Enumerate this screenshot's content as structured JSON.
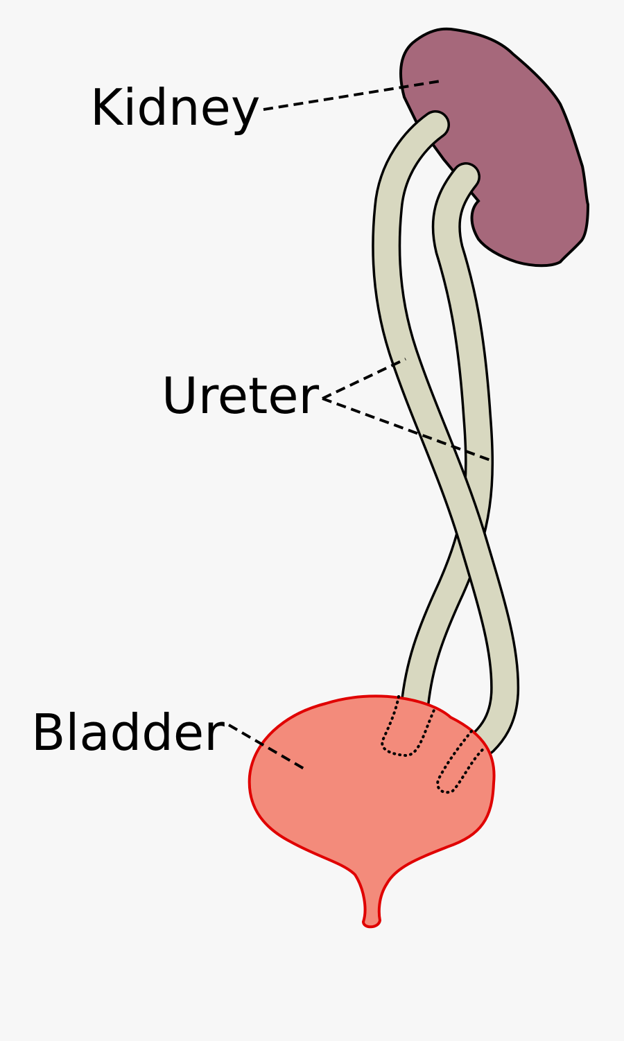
{
  "labels": {
    "kidney": "Kidney",
    "ureter": "Ureter",
    "bladder": "Bladder"
  },
  "colors": {
    "background": "#f7f7f7",
    "kidney": "#a6687b",
    "ureter": "#d8d8c0",
    "bladder": "#f38b7b",
    "bladder_outline": "#e00000",
    "outline": "#000000"
  }
}
